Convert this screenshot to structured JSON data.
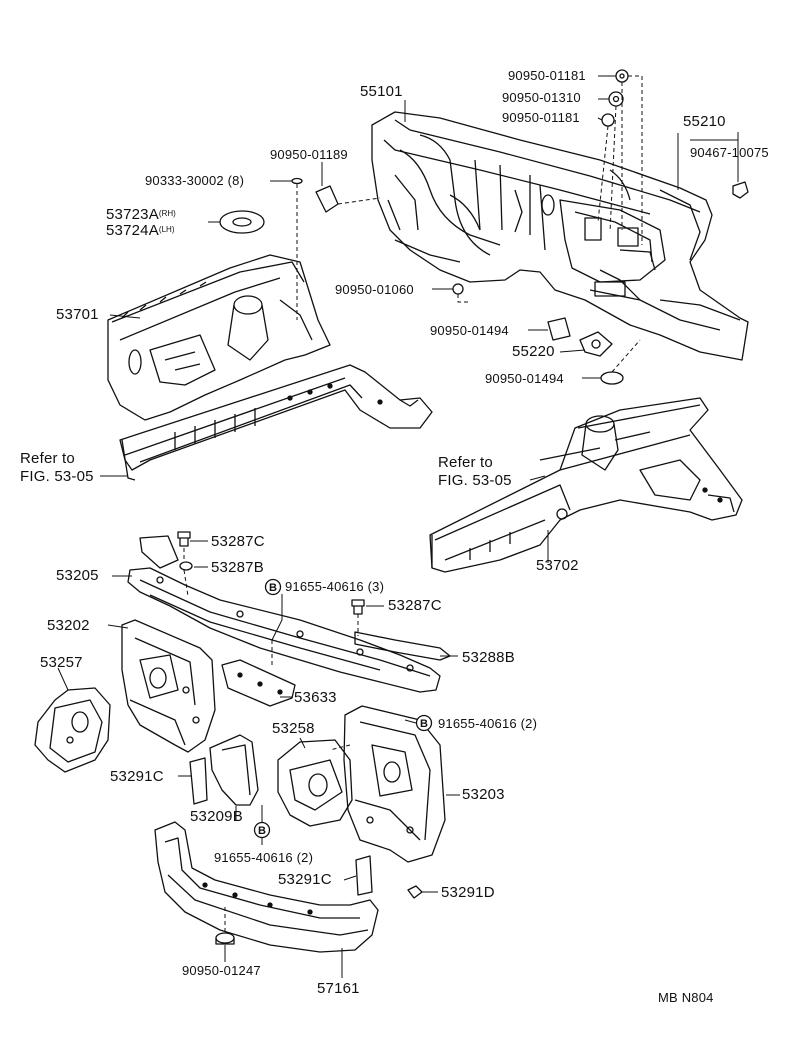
{
  "figure": {
    "callouts": {
      "p55101": "55101",
      "p90950_01181_a": "90950-01181",
      "p90950_01310": "90950-01310",
      "p90950_01181_b": "90950-01181",
      "p55210": "55210",
      "p90467_10075": "90467-10075",
      "p90950_01189": "90950-01189",
      "p90333_30002": "90333-30002 (8)",
      "p53723A": "53723A",
      "p53723A_side": "(RH)",
      "p53724A": "53724A",
      "p53724A_side": "(LH)",
      "p53701": "53701",
      "p90950_01060": "90950-01060",
      "p90950_01494_a": "90950-01494",
      "p55220": "55220",
      "p90950_01494_b": "90950-01494",
      "refer_left_1": "Refer to",
      "refer_left_2": "FIG. 53-05",
      "refer_right_1": "Refer to",
      "refer_right_2": "FIG. 53-05",
      "p53702": "53702",
      "p53287C_a": "53287C",
      "p53205": "53205",
      "p53287B": "53287B",
      "p91655_40616_3": "91655-40616 (3)",
      "p53287C_b": "53287C",
      "p53202": "53202",
      "p53288B": "53288B",
      "p53257": "53257",
      "p53633": "53633",
      "p53258": "53258",
      "p91655_40616_2a": "91655-40616 (2)",
      "p53291C_a": "53291C",
      "p53203": "53203",
      "p53209B": "53209B",
      "p91655_40616_2b": "91655-40616 (2)",
      "p53291C_b": "53291C",
      "p53291D": "53291D",
      "p90950_01247": "90950-01247",
      "p57161": "57161",
      "figure_code": "MB  N804"
    },
    "badge_letter": "B",
    "line_color": "#111111",
    "background": "#ffffff"
  }
}
